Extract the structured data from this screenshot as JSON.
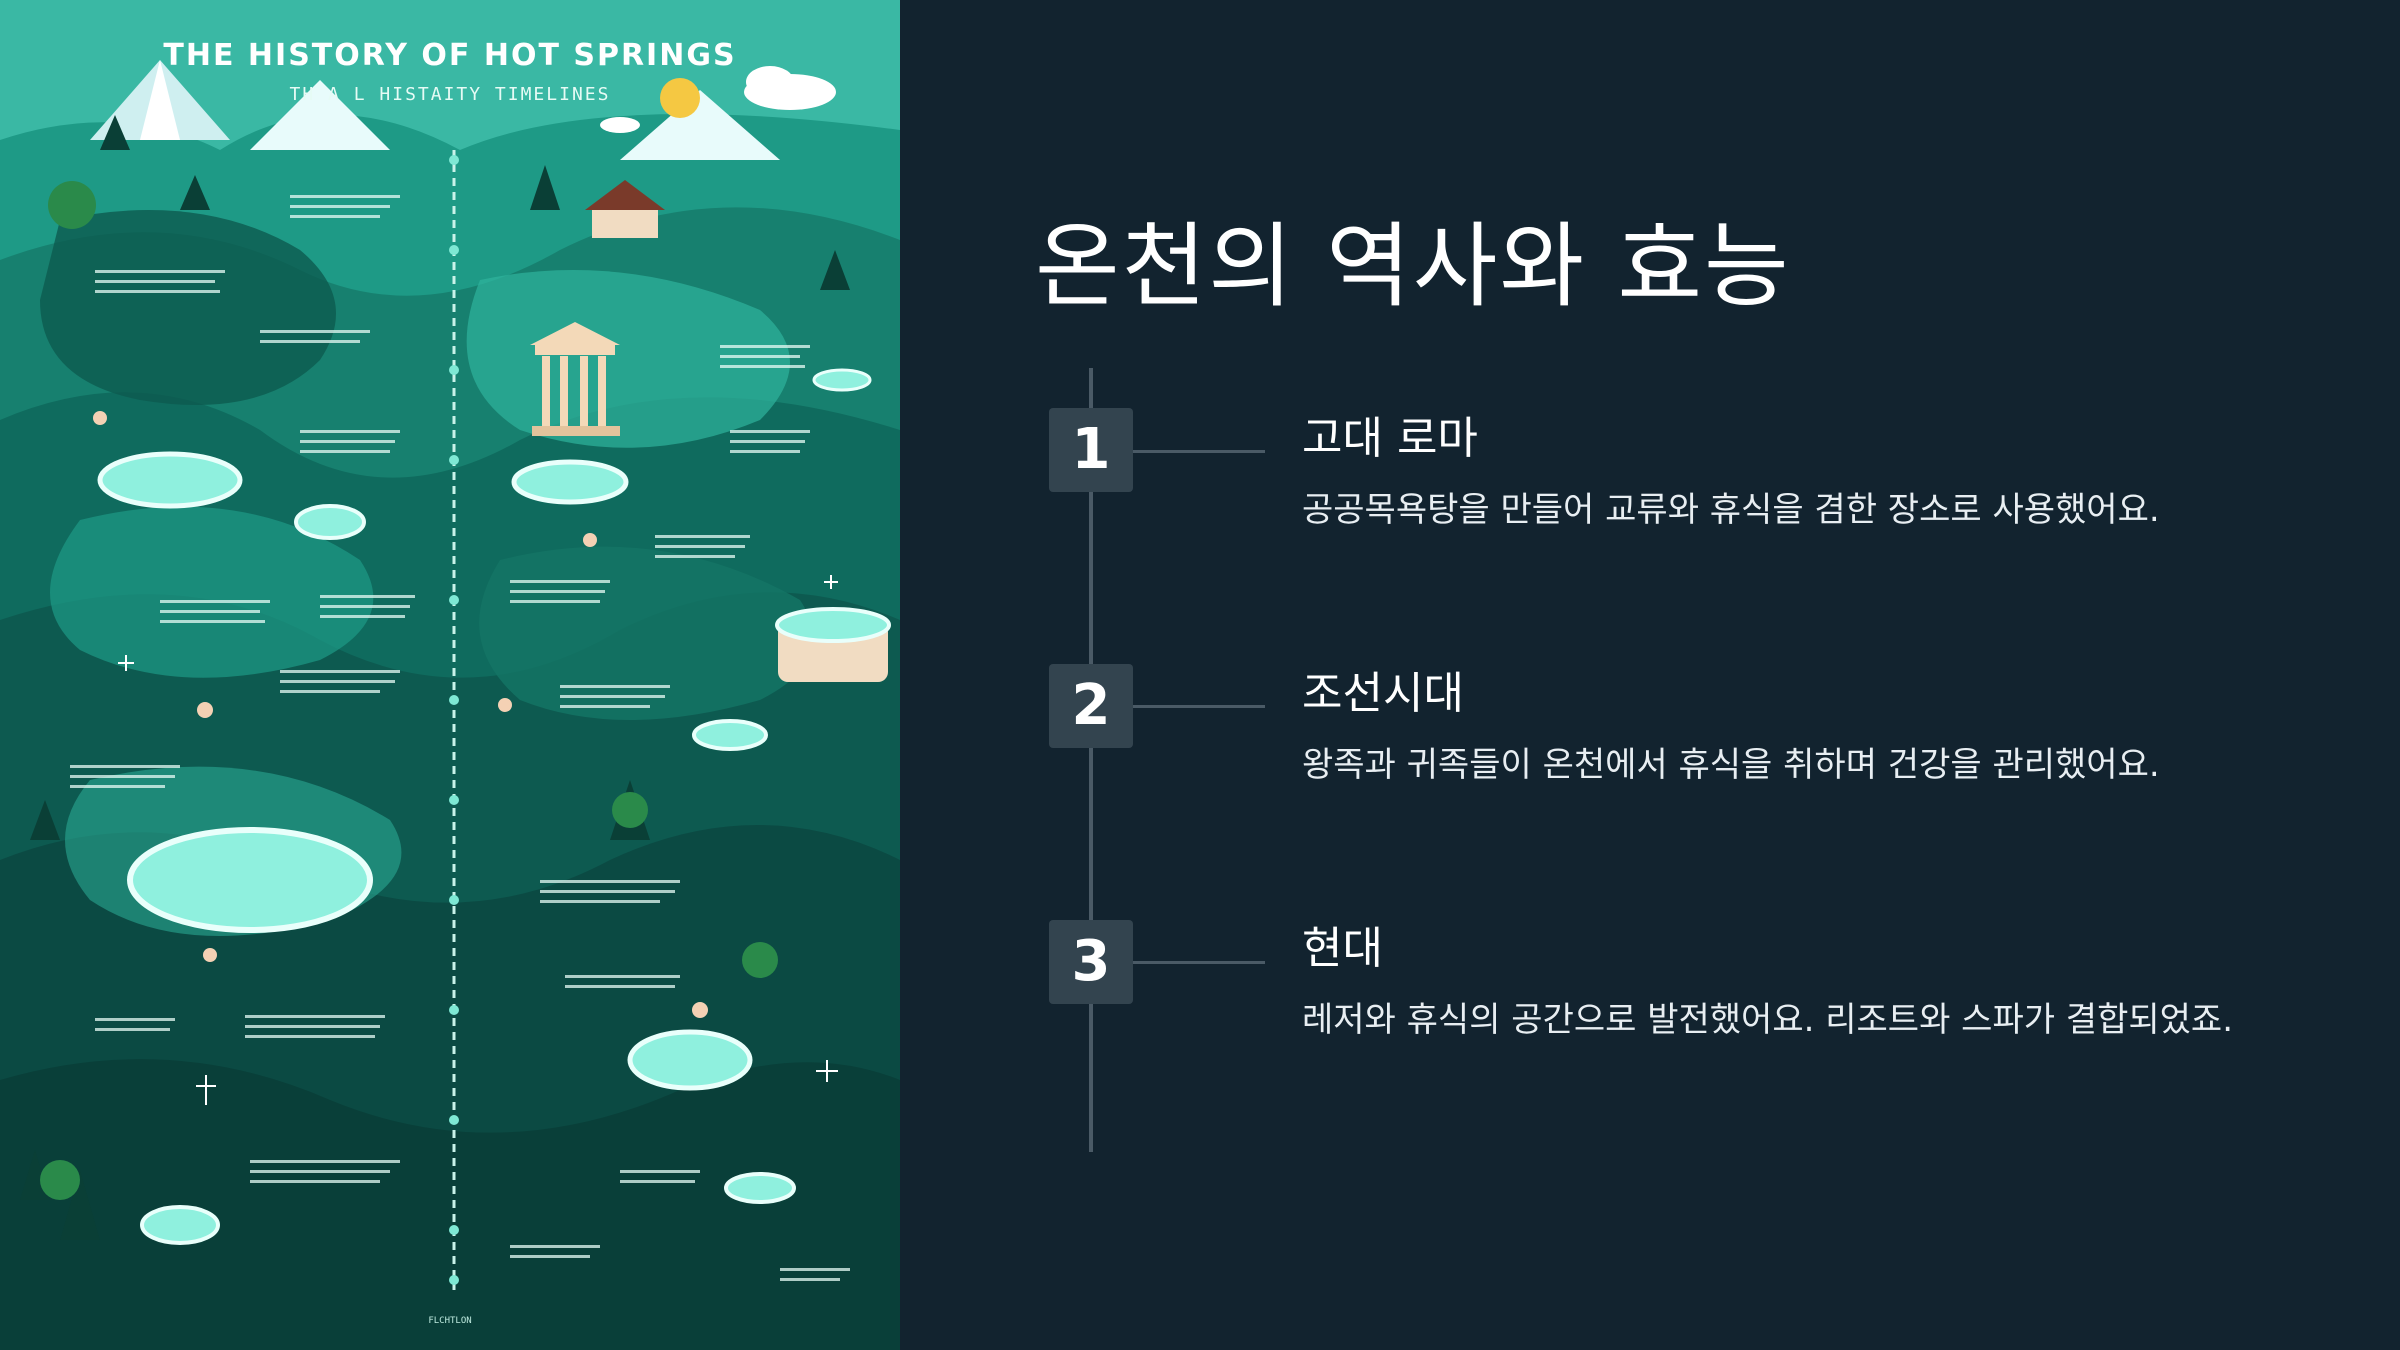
{
  "poster": {
    "title": "THE HISTORY OF HOT SPRINGS",
    "subtitle": "TH A L HISTAITY TIMELINES",
    "footer": "FLCHTLON",
    "colors": {
      "teal": "#3ab8a4",
      "dark_green": "#0d4a43",
      "mid_green": "#17806f",
      "pool": "#8ff0de",
      "sun": "#f5c842"
    }
  },
  "slide": {
    "title": "온천의 역사와 효능",
    "items": [
      {
        "number": "1",
        "title": "고대 로마",
        "desc": "공공목욕탕을 만들어 교류와 휴식을 겸한 장소로 사용했어요."
      },
      {
        "number": "2",
        "title": "조선시대",
        "desc": "왕족과 귀족들이 온천에서 휴식을 취하며 건강을 관리했어요."
      },
      {
        "number": "3",
        "title": "현대",
        "desc": "레저와 휴식의 공간으로 발전했어요. 리조트와 스파가 결합되었죠."
      }
    ],
    "colors": {
      "background": "#12232f",
      "badge": "#33444f",
      "line": "#4a5a66",
      "text": "#ffffff"
    }
  }
}
